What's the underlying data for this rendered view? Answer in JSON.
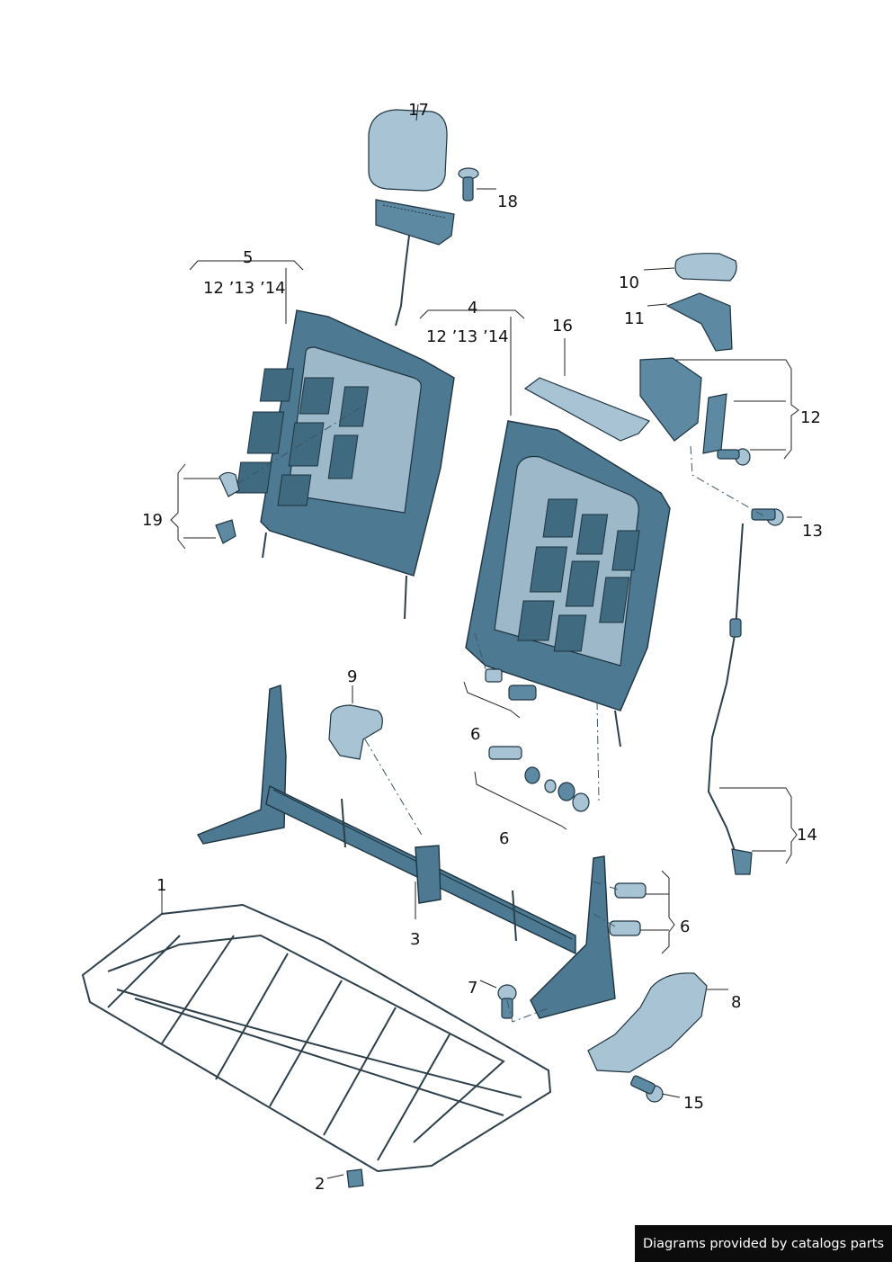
{
  "callouts": {
    "c1": "1",
    "c2": "2",
    "c3": "3",
    "c4": "4",
    "c5": "5",
    "c6a": "6",
    "c6b": "6",
    "c6c": "6",
    "c7": "7",
    "c8": "8",
    "c9": "9",
    "c10": "10",
    "c11": "11",
    "c12": "12",
    "c13": "13",
    "c14": "14",
    "c15": "15",
    "c16": "16",
    "c17": "17",
    "c18": "18",
    "c19": "19"
  },
  "variant_notes": {
    "part5": "12 ’13 ’14",
    "part4": "12 ’13 ’14"
  },
  "footer": {
    "text": "Diagrams provided by catalogs parts"
  }
}
